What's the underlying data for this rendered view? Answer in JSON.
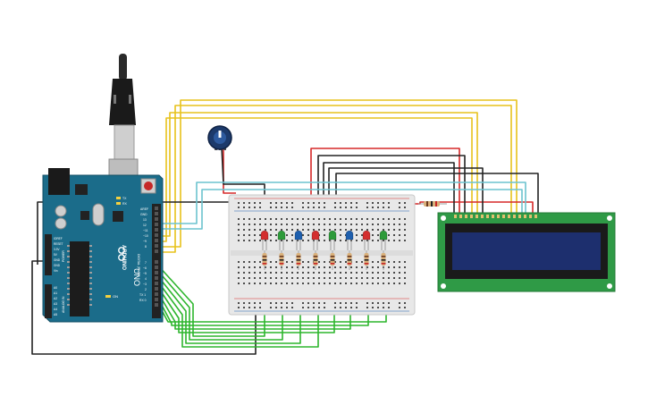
{
  "arduino": {
    "brand": "ARDUINO",
    "model": "UNO",
    "header_digital_label": "DIGITAL (PWM~)",
    "header_power_label": "POWER",
    "header_analog_label": "ANALOG IN",
    "digital_pins": [
      "AREF",
      "GND",
      "13",
      "12",
      "~11",
      "~10",
      "~9",
      "8",
      "7",
      "~6",
      "~5",
      "4",
      "~3",
      "2",
      "TX 1",
      "RX 0"
    ],
    "power_pins": [
      "IOREF",
      "RESET",
      "3.3V",
      "5V",
      "GND",
      "GND",
      "Vin"
    ],
    "analog_pins": [
      "A0",
      "A1",
      "A2",
      "A3",
      "A4",
      "A5"
    ],
    "tx_led_label": "TX",
    "rx_led_label": "RX",
    "on_led_label": "ON"
  },
  "leds": [
    {
      "color": "#d32f2f"
    },
    {
      "color": "#2e9b3a"
    },
    {
      "color": "#1e5fae"
    },
    {
      "color": "#d32f2f"
    },
    {
      "color": "#2e9b3a"
    },
    {
      "color": "#1e5fae"
    },
    {
      "color": "#d32f2f"
    },
    {
      "color": "#2e9b3a"
    }
  ],
  "colors": {
    "board": "#1b6c8a",
    "lcd_pcb": "#2f9a46",
    "lcd_screen": "#1d2f6e",
    "wire_red": "#d62828",
    "wire_yellow": "#e7c21b",
    "wire_black": "#222222",
    "wire_cyan": "#6cc3cf",
    "wire_green": "#2db52d"
  }
}
